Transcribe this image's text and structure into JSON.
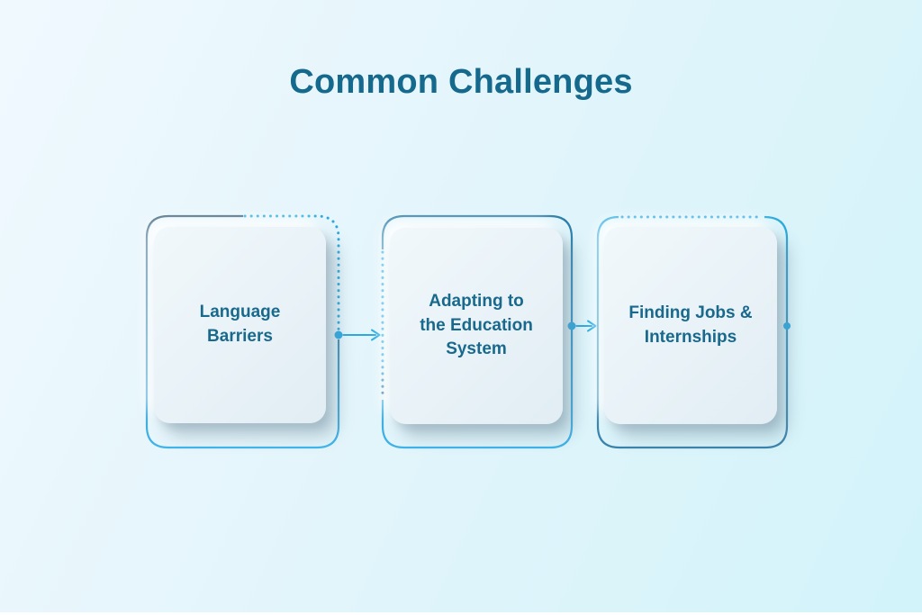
{
  "title": "Common Challenges",
  "cards": [
    {
      "label": "Language Barriers"
    },
    {
      "label": "Adapting to the Education System"
    },
    {
      "label": "Finding Jobs & Internships"
    }
  ],
  "connectors": [
    {
      "from": 0,
      "to": 1,
      "style": "dot-line-arrow"
    },
    {
      "from": 1,
      "to": 2,
      "style": "dot-line-arrow"
    }
  ],
  "icons": [
    {
      "name": "connector-start-dot",
      "glyph": "●"
    },
    {
      "name": "arrowhead-icon",
      "glyph": "›"
    }
  ],
  "colors": {
    "title-color": "#15698c",
    "card-text": "#19698d",
    "dot-blue": "#2aa9e1",
    "dot-dark": "#1d5c83",
    "border-dark-1": "#3a607a",
    "border-light-1": "#41b5ea",
    "border-dark-2": "#2c7da7",
    "border-light-2": "#3fb3e9",
    "border-dark-3": "#2baade",
    "border-light-3": "#3a82aa",
    "bg-start": "#f0f9fe",
    "bg-end": "#d2f3fa",
    "card-bg-start": "#f1f8fb",
    "card-bg-end": "#e1edf4"
  }
}
